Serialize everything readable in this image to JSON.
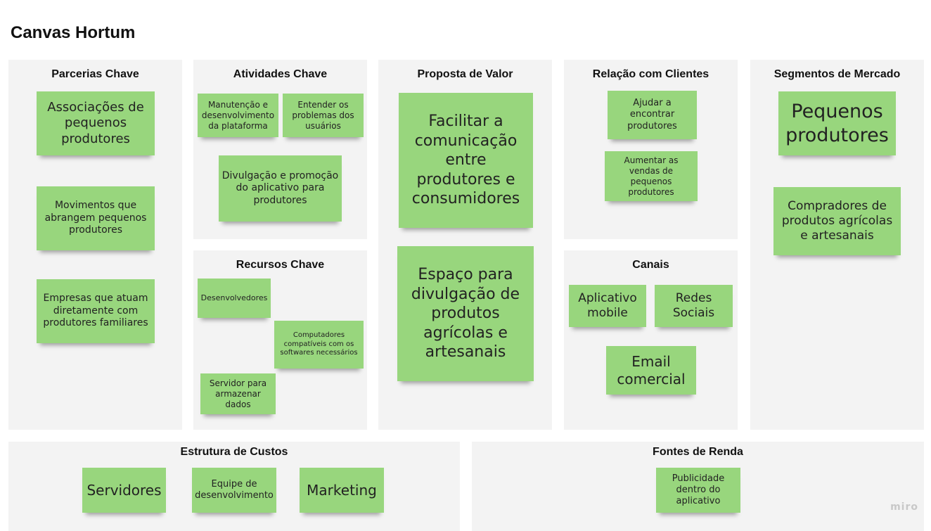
{
  "board_title": "Canvas Hortum",
  "brand": "miro",
  "note_color": "#98d67d",
  "panels": {
    "parcerias": {
      "title": "Parcerias Chave",
      "notes": [
        "Associações de pequenos produtores",
        "Movimentos que abrangem pequenos produtores",
        "Empresas que atuam diretamente com produtores familiares"
      ]
    },
    "atividades": {
      "title": "Atividades Chave",
      "notes": [
        "Manutenção e desenvolvimento da plataforma",
        "Entender os problemas dos usuários",
        "Divulgação e promoção do aplicativo para produtores"
      ]
    },
    "recursos": {
      "title": "Recursos Chave",
      "notes": [
        "Desenvolvedores",
        "Computadores compatíveis com os softwares necessários",
        "Servidor para armazenar dados"
      ]
    },
    "proposta": {
      "title": "Proposta de Valor",
      "notes": [
        "Facilitar a comunicação entre produtores e consumidores",
        "Espaço para divulgação de produtos agrícolas e artesanais"
      ]
    },
    "relacao": {
      "title": "Relação com Clientes",
      "notes": [
        "Ajudar a encontrar produtores",
        "Aumentar as vendas de pequenos produtores"
      ]
    },
    "canais": {
      "title": "Canais",
      "notes": [
        "Aplicativo mobile",
        "Redes Sociais",
        "Email comercial"
      ]
    },
    "segmentos": {
      "title": "Segmentos de Mercado",
      "notes": [
        "Pequenos produtores",
        "Compradores de produtos agrícolas e artesanais"
      ]
    },
    "custos": {
      "title": "Estrutura de Custos",
      "notes": [
        "Servidores",
        "Equipe de desenvolvimento",
        "Marketing"
      ]
    },
    "renda": {
      "title": "Fontes de Renda",
      "notes": [
        "Publicidade dentro do aplicativo"
      ]
    }
  }
}
